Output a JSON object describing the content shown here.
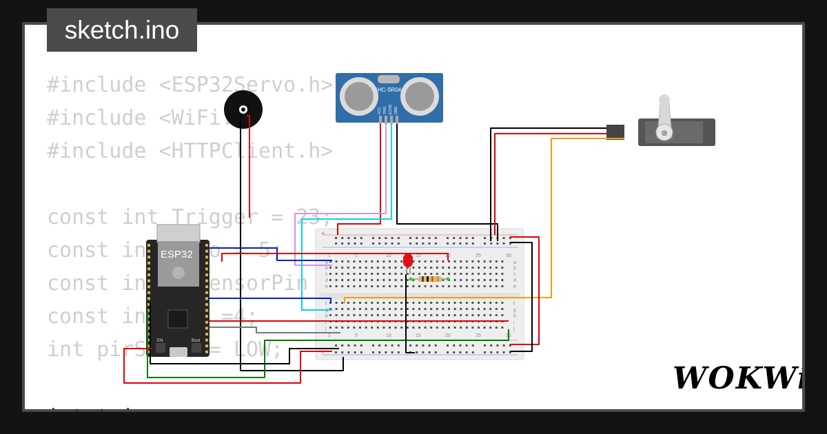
{
  "header": {
    "filename": "sketch.ino"
  },
  "code_lines": [
    "#include <ESP32Servo.h>",
    "#include <WiFi.h>",
    "#include <HTTPClient.h>",
    "",
    "const int Trigger = 23;",
    "const int Echo = 5;",
    "const int irSensorPin",
    "const int led =4;",
    "int pirState = LOW;",
    "",
    "int tri..."
  ],
  "components": {
    "esp32_label": "ESP32",
    "esp32_en_label": "EN",
    "esp32_boot_label": "Boot",
    "sensor_label": "HC-SR04",
    "sensor_pins": [
      "VCC",
      "TRIG",
      "ECHO",
      "GND"
    ],
    "breadboard_numbers": [
      "1",
      "5",
      "10",
      "15",
      "20",
      "25",
      "30"
    ],
    "breadboard_rows_top": [
      "a",
      "b",
      "c",
      "d",
      "e"
    ],
    "breadboard_rows_bottom": [
      "f",
      "g",
      "h",
      "i",
      "j"
    ]
  },
  "brand": {
    "logo_text": "WOKWi"
  },
  "colors": {
    "wire_red": "#e00000",
    "wire_black": "#000000",
    "wire_blue": "#0022cc",
    "wire_green": "#007a00",
    "wire_cyan": "#00d8e8",
    "wire_violet": "#d890e8",
    "wire_orange": "#f2a000",
    "wire_gray": "#777777",
    "sensor_board": "#2f6ea8",
    "esp32_board": "#262626"
  }
}
